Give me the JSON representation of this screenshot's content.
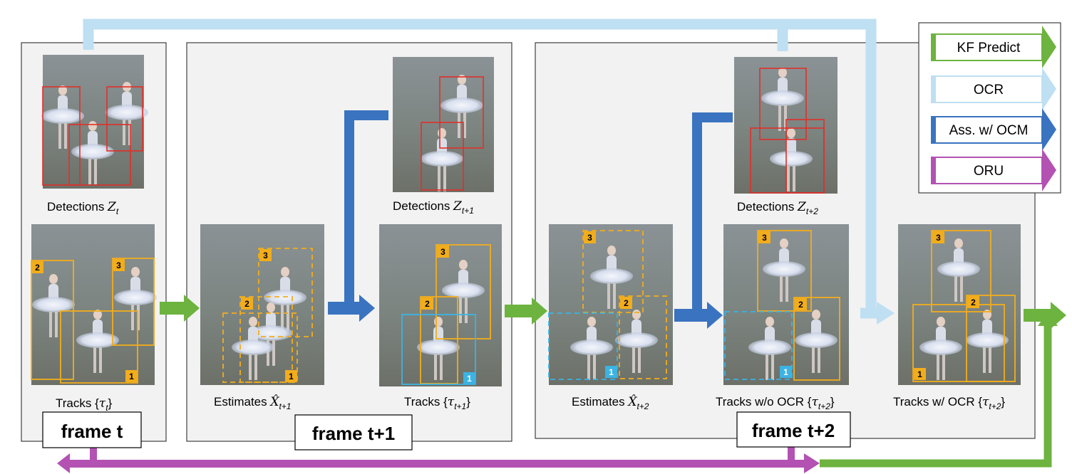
{
  "colors": {
    "kf_predict": "#6db33f",
    "ocr": "#bfdff2",
    "association": "#3a73c0",
    "oru": "#b352b3",
    "track_box": "#f2ad1c",
    "detection_box": "#e0302a",
    "ocr_box": "#3bb3e3"
  },
  "legend": {
    "kf_predict": "KF Predict",
    "ocr": "OCR",
    "association": "Ass. w/ OCM",
    "oru": "ORU"
  },
  "frames": {
    "t": "frame t",
    "t1": "frame t+1",
    "t2": "frame t+2"
  },
  "captions": {
    "det_t_prefix": "Detections ",
    "det_t_sym": "Z",
    "det_t_sub": "t",
    "tracks_t_prefix": "Tracks {",
    "tracks_t_sym": "τ",
    "tracks_t_sub": "t",
    "tracks_t_suffix": "}",
    "est_t1_prefix": "Estimates ",
    "est_t1_sym": "X̂",
    "est_t1_sub": "t+1",
    "det_t1_prefix": "Detections ",
    "det_t1_sym": "Z",
    "det_t1_sub": "t+1",
    "tracks_t1_prefix": "Tracks {",
    "tracks_t1_sym": "τ",
    "tracks_t1_sub": "t+1",
    "tracks_t1_suffix": "}",
    "est_t2_prefix": "Estimates ",
    "est_t2_sym": "X̂",
    "est_t2_sub": "t+2",
    "det_t2_prefix": "Detections ",
    "det_t2_sym": "Z",
    "det_t2_sub": "t+2",
    "tracks_wo_prefix": "Tracks w/o OCR {",
    "tracks_wo_sym": "τ",
    "tracks_wo_sub": "t+2",
    "tracks_wo_suffix": "}",
    "tracks_w_prefix": "Tracks w/ OCR {",
    "tracks_w_sym": "τ",
    "tracks_w_sub": "t+2",
    "tracks_w_suffix": "}"
  },
  "track_ids": {
    "one": "1",
    "two": "2",
    "three": "3"
  }
}
